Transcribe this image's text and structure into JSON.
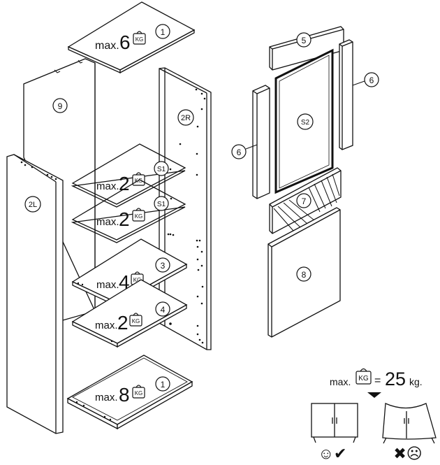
{
  "parts": {
    "p1_top": "1",
    "p1_bottom": "1",
    "p2L": "2L",
    "p2R": "2R",
    "p3": "3",
    "p4": "4",
    "p5": "5",
    "p6_left": "6",
    "p6_right": "6",
    "p7": "7",
    "p8": "8",
    "p9": "9",
    "s1_upper": "S1",
    "s1_lower": "S1",
    "s2": "S2"
  },
  "load_labels": {
    "max_prefix": "max.",
    "kg_icon": "KG",
    "top_shelf": "6",
    "glass_shelf_upper": "2",
    "glass_shelf_lower": "2",
    "shelf_3": "4",
    "shelf_4": "2",
    "bottom_shelf": "8"
  },
  "door_load": {
    "prefix": "max.",
    "kg_icon": "KG",
    "equals": "=",
    "value": "25",
    "unit": "kg."
  },
  "door_check": {
    "ok_symbols": "☺✔",
    "bad_symbols": "✖☹"
  },
  "icons": [
    "weight-icon",
    "smiley-icon",
    "checkmark-icon",
    "cross-icon",
    "sad-face-icon",
    "arrow-down-icon"
  ]
}
